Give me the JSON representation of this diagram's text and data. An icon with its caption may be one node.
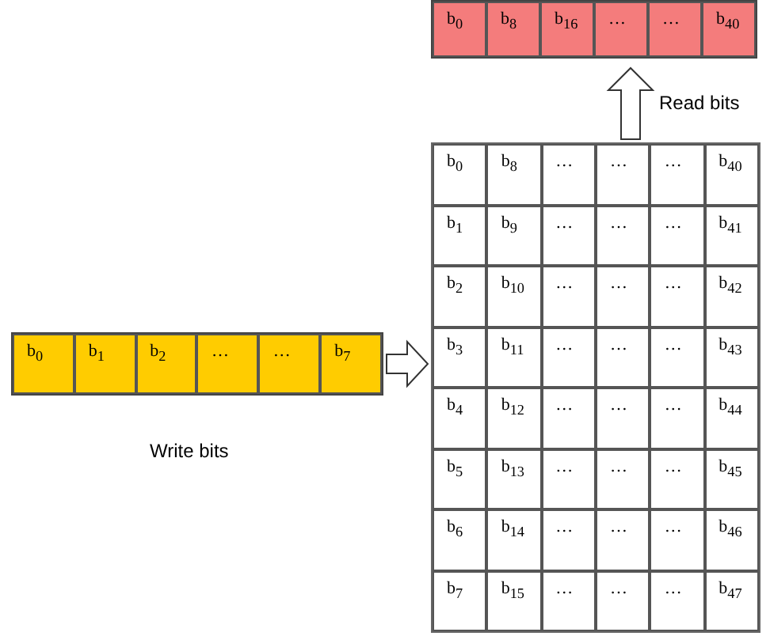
{
  "diagram": {
    "nodes": [
      {
        "text": [],
        "shape": "bar",
        "beside": [
          "Write bits"
        ]
      },
      {
        "text": [],
        "shape": "box"
      },
      {
        "text": [],
        "shape": "bar"
      }
    ],
    "edges": [
      {
        "from": 0,
        "to": 1,
        "arrow": "to"
      },
      {
        "from": 1,
        "to": 2,
        "arrow": "to",
        "label": "Read bits"
      }
    ],
    "labels": [
      "b$_{0}$",
      "b$_{8}$",
      "b$_{16}$",
      "…",
      "…",
      "b$_{40}$",
      "b$_{0}$",
      "b$_{8}$",
      "…",
      "…",
      "…",
      "b$_{40}$",
      "b$_{1}$",
      "b$_{9}$",
      "…",
      "…",
      "…",
      "b$_{41}$",
      "b$_{2}$",
      "b$_{10}$",
      "…",
      "…",
      "…",
      "b$_{42}$",
      "b$_{3}$",
      "b$_{11}$",
      "…",
      "…",
      "…",
      "b$_{43}$",
      "b$_{4}$",
      "b$_{12}$",
      "…",
      "…",
      "…",
      "b$_{44}$",
      "b$_{5}$",
      "b$_{13}$",
      "…",
      "…",
      "…",
      "b$_{45}$",
      "b$_{6}$",
      "b$_{14}$",
      "…",
      "…",
      "…",
      "b$_{46}$",
      "b$_{7}$",
      "b$_{15}$",
      "…",
      "…",
      "…",
      "b$_{47}$",
      "b$_{0}$",
      "b$_{1}$",
      "b$_{2}$",
      "…",
      "…",
      "b$_{7}$"
    ]
  }
}
